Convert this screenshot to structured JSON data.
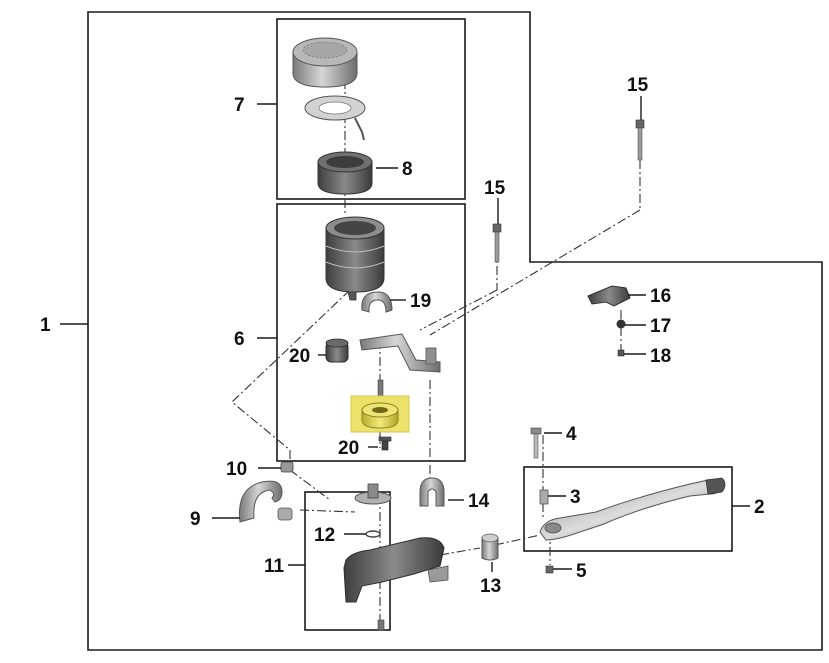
{
  "diagram": {
    "highlight_color": "#ece26a",
    "labels": {
      "l1": "1",
      "l2": "2",
      "l3": "3",
      "l4": "4",
      "l5": "5",
      "l6": "6",
      "l7": "7",
      "l8": "8",
      "l9": "9",
      "l10": "10",
      "l11": "11",
      "l12": "12",
      "l13": "13",
      "l14": "14",
      "l15a": "15",
      "l15b": "15",
      "l16": "16",
      "l17": "17",
      "l18": "18",
      "l19": "19",
      "l20a": "20",
      "l20b": "20"
    }
  }
}
